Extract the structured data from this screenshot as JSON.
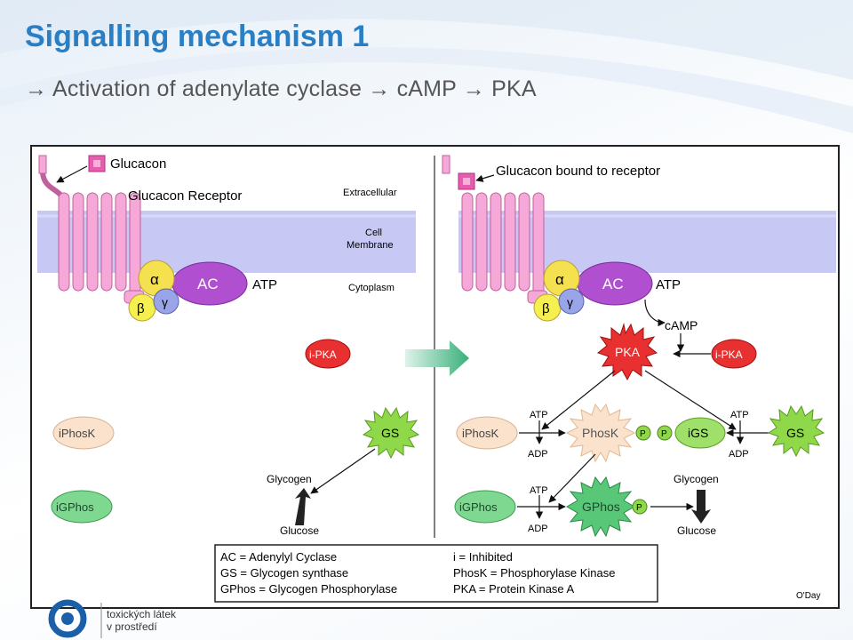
{
  "slide": {
    "title": "Signalling mechanism 1",
    "subtitle_parts": [
      "Activation of adenylate cyclase",
      "cAMP",
      "PKA"
    ],
    "arrow_glyph": "→",
    "logo_lines": [
      "toxických látek",
      "v prostředí"
    ]
  },
  "diagram": {
    "left": {
      "glucagon": "Glucacon",
      "receptor": "Glucacon Receptor",
      "extracellular": "Extracellular",
      "membrane_line1": "Cell",
      "membrane_line2": "Membrane",
      "cytoplasm": "Cytoplasm",
      "alpha": "α",
      "beta": "β",
      "gamma": "γ",
      "ac": "AC",
      "atp": "ATP",
      "ipka": "i-PKA",
      "iphosk": "iPhosK",
      "igphos": "iGPhos",
      "gs": "GS",
      "glycogen": "Glycogen",
      "glucose": "Glucose"
    },
    "right": {
      "bound": "Glucacon bound to receptor",
      "alpha": "α",
      "beta": "β",
      "gamma": "γ",
      "ac": "AC",
      "atp": "ATP",
      "camp": "cAMP",
      "pka": "PKA",
      "ipka": "i-PKA",
      "iphosk": "iPhosK",
      "phosk": "PhosK",
      "p": "P",
      "igs": "iGS",
      "gs": "GS",
      "igphos": "iGPhos",
      "gphos": "GPhos",
      "glycogen": "Glycogen",
      "glucose": "Glucose",
      "atp1": "ATP",
      "adp1": "ADP",
      "atp2": "ATP",
      "adp2": "ADP",
      "atp3": "ATP",
      "adp3": "ADP"
    },
    "legend": {
      "row1_left": "AC = Adenylyl Cyclase",
      "row1_right": "i = Inhibited",
      "row2_left": "GS = Glycogen synthase",
      "row2_right": "PhosK = Phosphorylase Kinase",
      "row3_left": "GPhos = Glycogen Phosphorylase",
      "row3_right": "PKA = Protein Kinase A"
    },
    "credit": "O'Day",
    "colors": {
      "membrane": "#c8c8f4",
      "receptor": "#f6a8d8",
      "ac": "#b050d0",
      "alpha": "#f5e050",
      "gamma": "#9aa4e8",
      "pka": "#e83030",
      "phosk": "#f5c8a0",
      "gs": "#8fd84a",
      "gphos": "#58c878",
      "title": "#2a7fc4"
    }
  }
}
